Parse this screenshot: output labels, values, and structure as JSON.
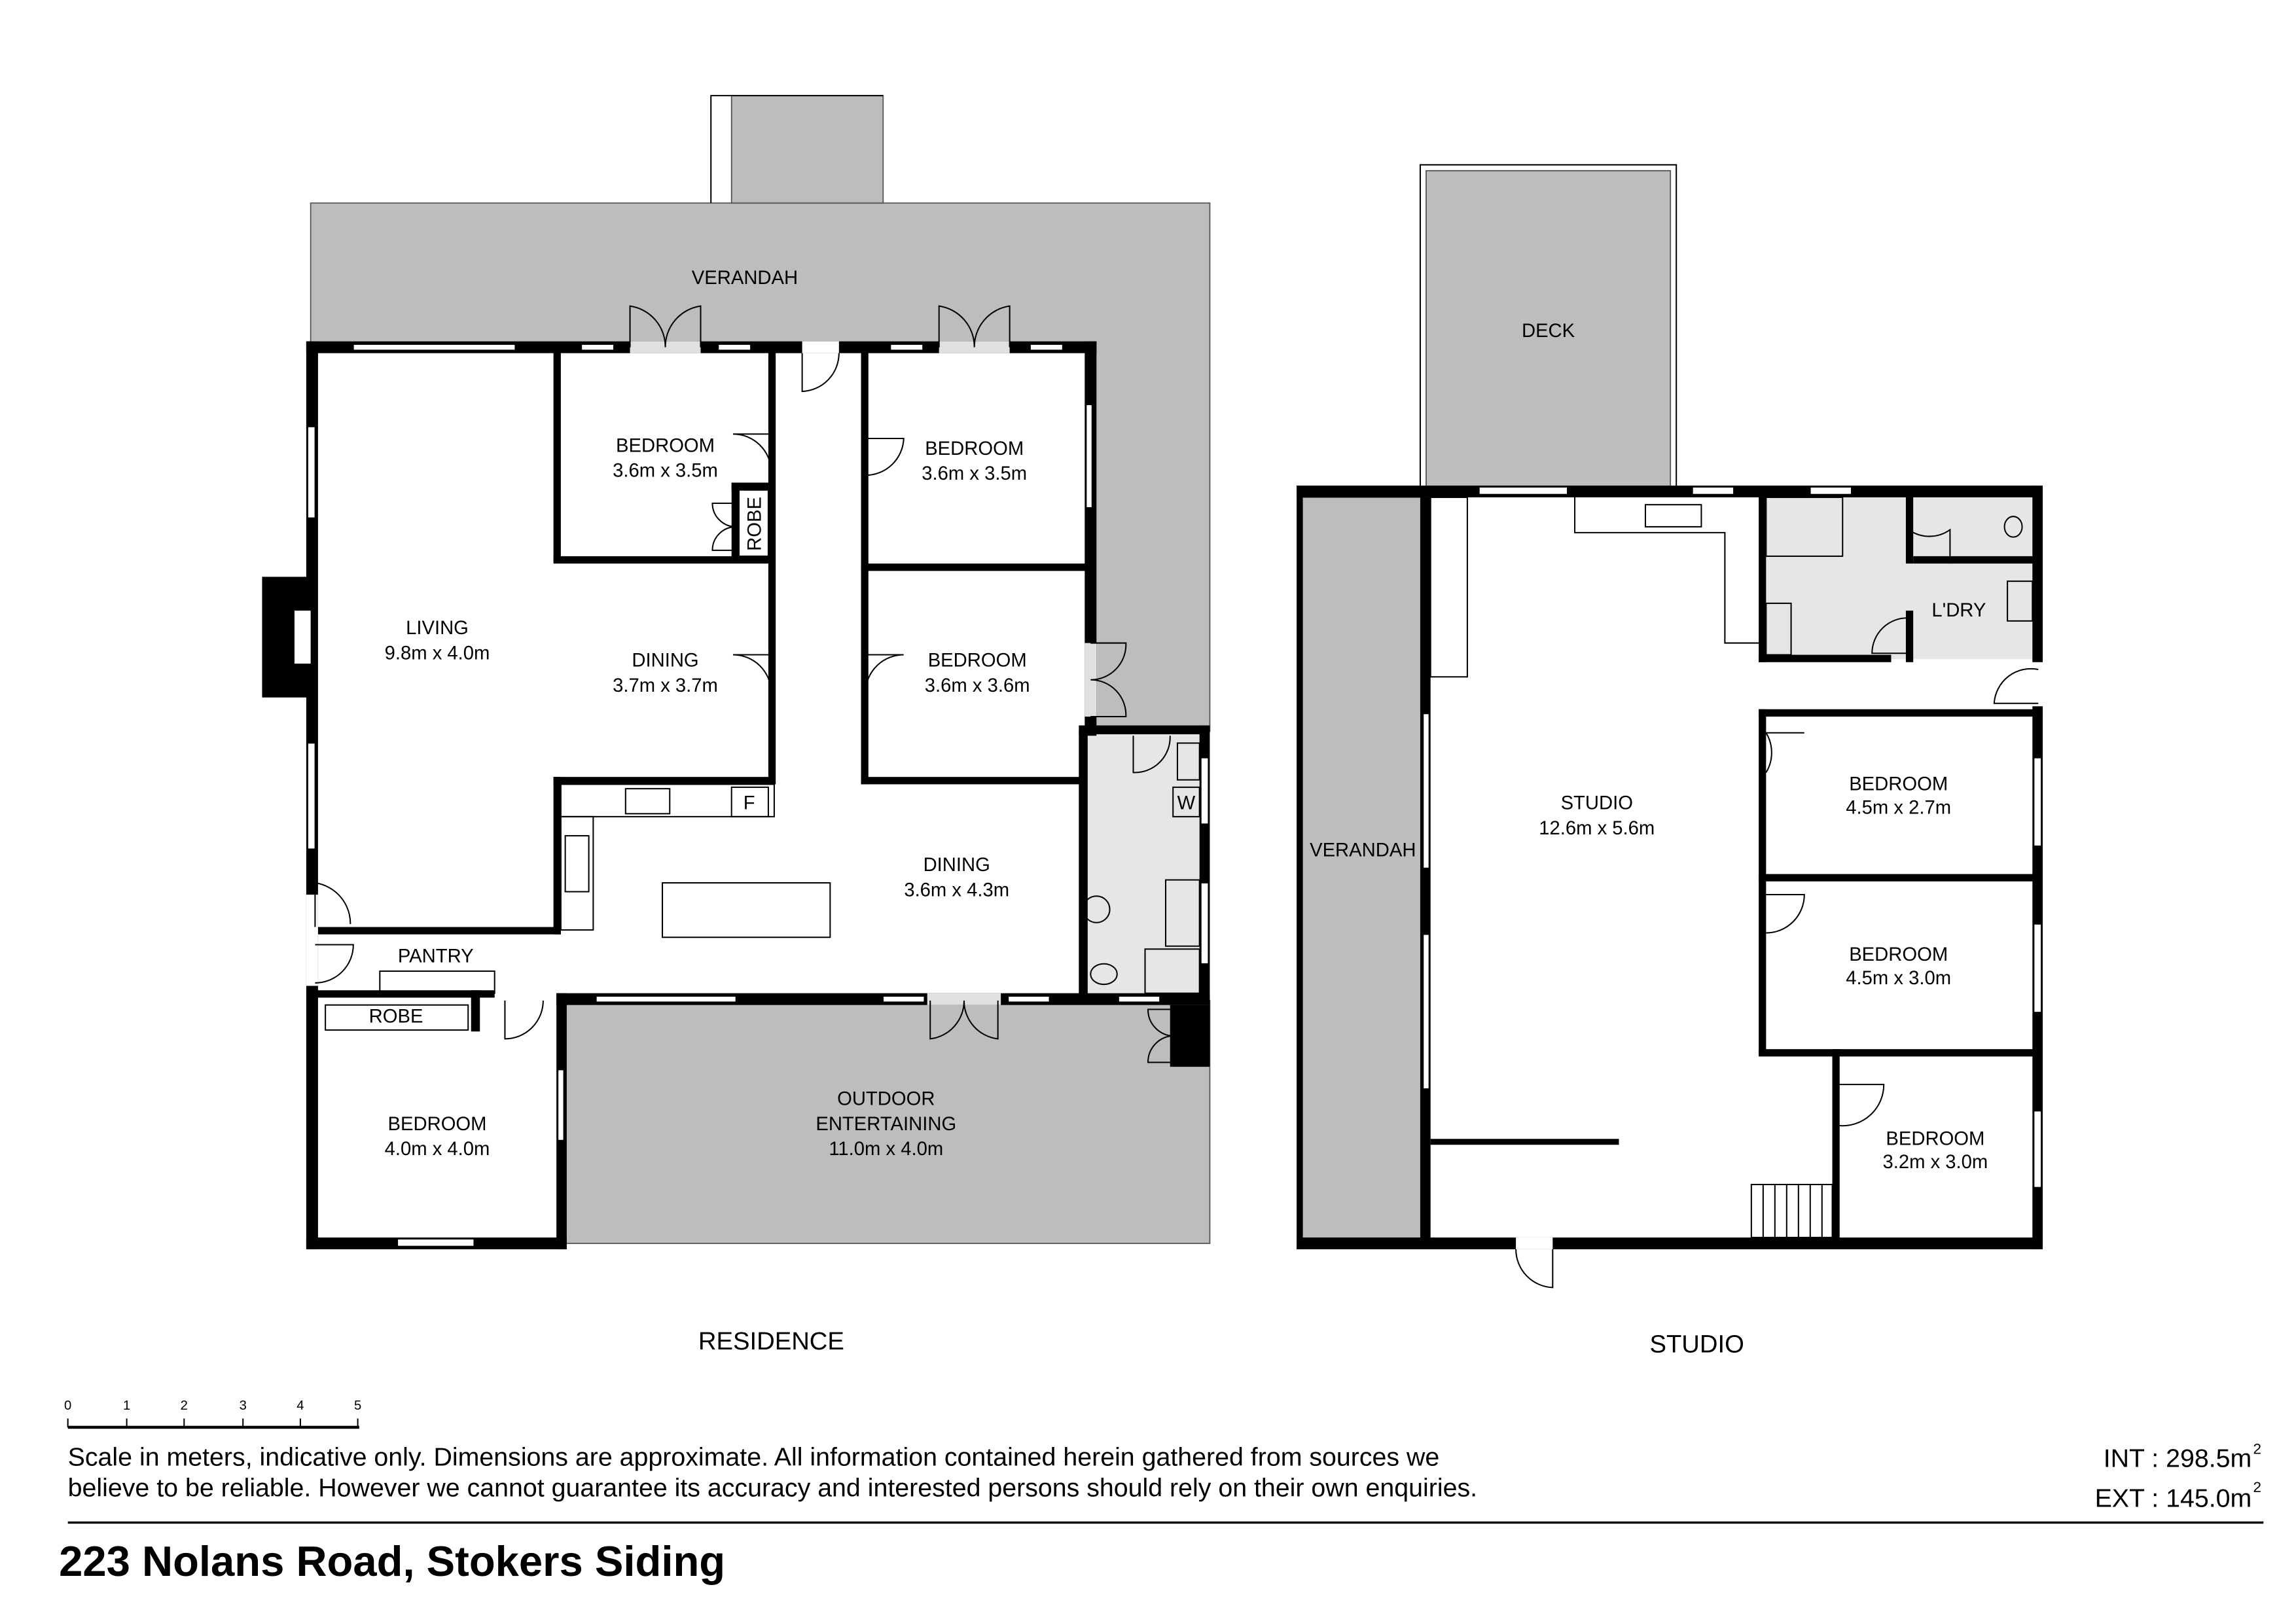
{
  "residence": {
    "title": "RESIDENCE",
    "rooms": {
      "verandah": "VERANDAH",
      "living": {
        "name": "LIVING",
        "size": "9.8m x 4.0m"
      },
      "bedroom_1": {
        "name": "BEDROOM",
        "size": "3.6m x 3.5m"
      },
      "bedroom_2": {
        "name": "BEDROOM",
        "size": "3.6m x 3.5m"
      },
      "bedroom_3": {
        "name": "BEDROOM",
        "size": "3.6m x 3.6m"
      },
      "bedroom_4": {
        "name": "BEDROOM",
        "size": "4.0m x 4.0m"
      },
      "dining_1": {
        "name": "DINING",
        "size": "3.7m x 3.7m"
      },
      "dining_2": {
        "name": "DINING",
        "size": "3.6m x 4.3m"
      },
      "robe_1": "ROBE",
      "robe_2": "ROBE",
      "pantry": "PANTRY",
      "fridge": "F",
      "washer": "W",
      "outdoor": {
        "name1": "OUTDOOR",
        "name2": "ENTERTAINING",
        "size": "11.0m x 4.0m"
      }
    }
  },
  "studio": {
    "title": "STUDIO",
    "rooms": {
      "deck": "DECK",
      "verandah": "VERANDAH",
      "studio": {
        "name": "STUDIO",
        "size": "12.6m x 5.6m"
      },
      "laundry": "L'DRY",
      "bedroom_1": {
        "name": "BEDROOM",
        "size": "4.5m x 2.7m"
      },
      "bedroom_2": {
        "name": "BEDROOM",
        "size": "4.5m x 3.0m"
      },
      "bedroom_3": {
        "name": "BEDROOM",
        "size": "3.2m x 3.0m"
      }
    }
  },
  "scale": {
    "ticks": [
      "0",
      "1",
      "2",
      "3",
      "4",
      "5"
    ]
  },
  "footer": {
    "disclaimer_line1": "Scale in meters, indicative only. Dimensions are approximate. All information contained herein gathered from sources we",
    "disclaimer_line2": "believe to be reliable. However we cannot guarantee its accuracy and interested persons should rely on their own enquiries.",
    "int_area": "INT : 298.5m",
    "ext_area": "EXT : 145.0m",
    "sup": "2",
    "address": "223 Nolans Road, Stokers Siding"
  }
}
